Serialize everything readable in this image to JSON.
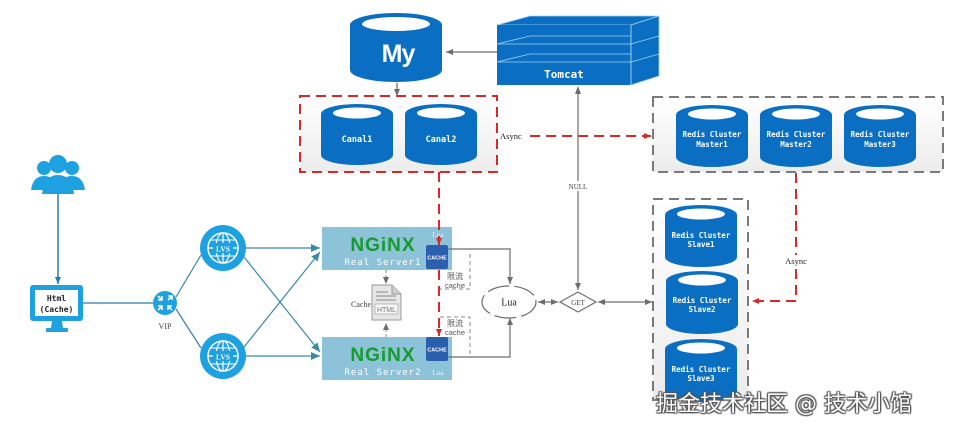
{
  "colors": {
    "primary_blue": "#0a6fc2",
    "light_blue": "#1da1e0",
    "nginx_panel": "#8cc3d8",
    "nginx_green": "#169b2c",
    "cache_box": "#2a5fb0",
    "async_red": "#d62a2a",
    "connector_gray": "#6d6d6d",
    "container_gray": "#7a7a7a",
    "panel_fill": "#f3f3f3"
  },
  "client": {
    "users_icon": "users-group-icon",
    "monitor_label_line1": "Html",
    "monitor_label_line2": "(Cache)"
  },
  "vip": {
    "label": "VIP",
    "icon": "router-icon"
  },
  "lvs": [
    {
      "label": "LVS",
      "icon": "globe-icon"
    },
    {
      "label": "LVS",
      "icon": "globe-icon"
    }
  ],
  "nginx_servers": [
    {
      "logo": "NGiNX",
      "name": "Real Server1",
      "lua_tag": "Lua",
      "cache_label": "CACHE"
    },
    {
      "logo": "NGiNX",
      "name": "Real Server2",
      "lua_tag": "Lua",
      "cache_label": "CACHE"
    }
  ],
  "html_cache": {
    "label": "Cache",
    "file_label": "HTML"
  },
  "rate_limit": [
    {
      "line1": "限流",
      "line2": "cache"
    },
    {
      "line1": "限流",
      "line2": "cache"
    }
  ],
  "lua_node": {
    "label": "Lua"
  },
  "get_node": {
    "label": "GET"
  },
  "null_label": "NULL",
  "mysql": {
    "label": "My"
  },
  "tomcat": {
    "label": "Tomcat"
  },
  "canal": [
    {
      "label": "Canal1"
    },
    {
      "label": "Canal2"
    }
  ],
  "async_labels": {
    "canal_to_masters": "Async",
    "masters_to_slaves": "Async"
  },
  "redis_masters": [
    {
      "line1": "Redis Cluster",
      "line2": "Master1"
    },
    {
      "line1": "Redis Cluster",
      "line2": "Master2"
    },
    {
      "line1": "Redis Cluster",
      "line2": "Master3"
    }
  ],
  "redis_slaves": [
    {
      "line1": "Redis Cluster",
      "line2": "Slave1"
    },
    {
      "line1": "Redis Cluster",
      "line2": "Slave2"
    },
    {
      "line1": "Redis Cluster",
      "line2": "Slave3"
    }
  ],
  "watermark": "掘金技术社区 @ 技术小馆"
}
